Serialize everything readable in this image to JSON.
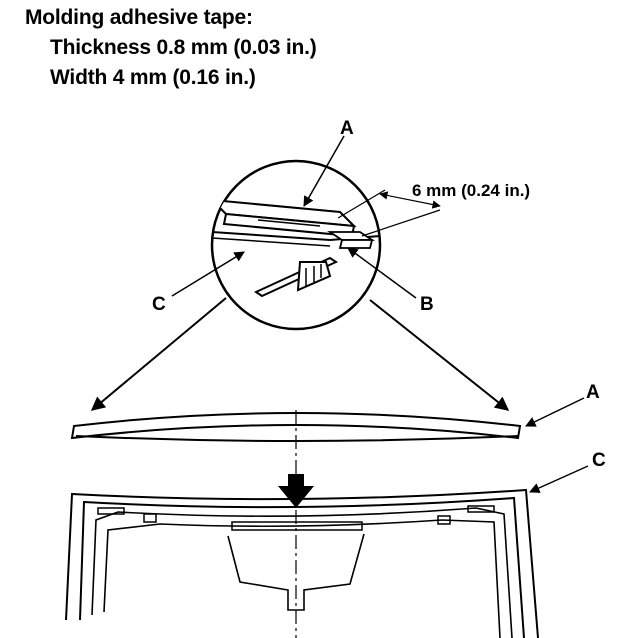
{
  "specs": {
    "title": "Molding adhesive tape:",
    "thickness": "Thickness 0.8 mm (0.03 in.)",
    "width": "Width 4 mm (0.16 in.)"
  },
  "detail": {
    "dimension": "6 mm (0.24 in.)"
  },
  "callouts": {
    "a_detail": "A",
    "b_detail": "B",
    "c_detail": "C",
    "a_main": "A",
    "c_main": "C"
  }
}
